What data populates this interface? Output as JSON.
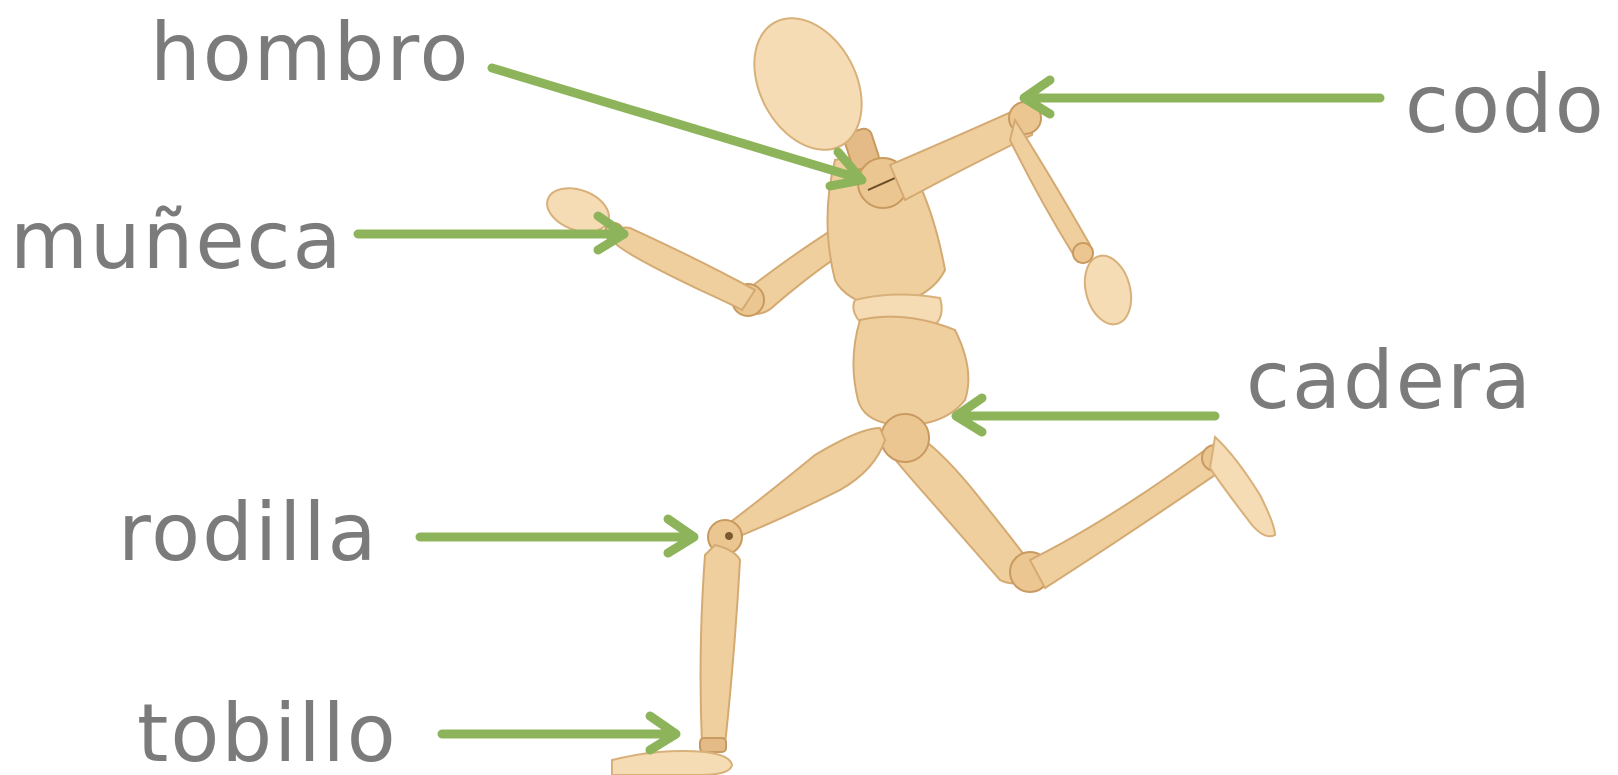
{
  "labels": {
    "shoulder": "hombro",
    "elbow": "codo",
    "wrist": "muñeca",
    "hip": "cadera",
    "knee": "rodilla",
    "ankle": "tobillo"
  },
  "colors": {
    "arrow": "#8db45a",
    "label_text": "#7b7b7b",
    "wood": "#f0cf9f",
    "background": "#ffffff"
  }
}
